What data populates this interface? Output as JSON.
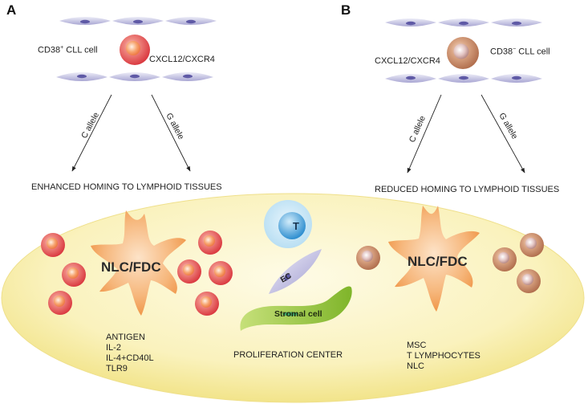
{
  "panels": {
    "a": {
      "letter": "A",
      "cell_label": "CD38",
      "cell_label_sup": "+",
      "cell_label_rest": " CLL cell",
      "receptor_label": "CXCL12/CXCR4",
      "allele_left": "C allele",
      "allele_right": "G allele",
      "homing_text": "ENHANCED HOMING TO LYMPHOID TISSUES",
      "center_label": "NLC/FDC",
      "signals": [
        "ANTIGEN",
        "IL-2",
        "IL-4+CD40L",
        "TLR9"
      ],
      "cell_color": "#e8575b"
    },
    "b": {
      "letter": "B",
      "cell_label": "CD38",
      "cell_label_sup": "−",
      "cell_label_rest": " CLL cell",
      "receptor_label": "CXCL12/CXCR4",
      "allele_left": "C allele",
      "allele_right": "G allele",
      "homing_text": "REDUCED HOMING TO LYMPHOID TISSUES",
      "center_label": "NLC/FDC",
      "signals": [
        "MSC",
        "T LYMPHOCYTES",
        "NLC"
      ],
      "cell_color": "#c58b6c"
    }
  },
  "center": {
    "t_cell_label": "T",
    "ec_label": "EC",
    "stromal_label": "Stromal cell",
    "proliferation_label": "PROLIFERATION CENTER"
  },
  "colors": {
    "endothelium": "#a9a6d3",
    "nucleus": "#5f5aa6",
    "background_ellipse": "#f7efa9",
    "nlc": "#f3a25b",
    "t_cell": "#4aa6de",
    "stromal": "#92c43a"
  }
}
